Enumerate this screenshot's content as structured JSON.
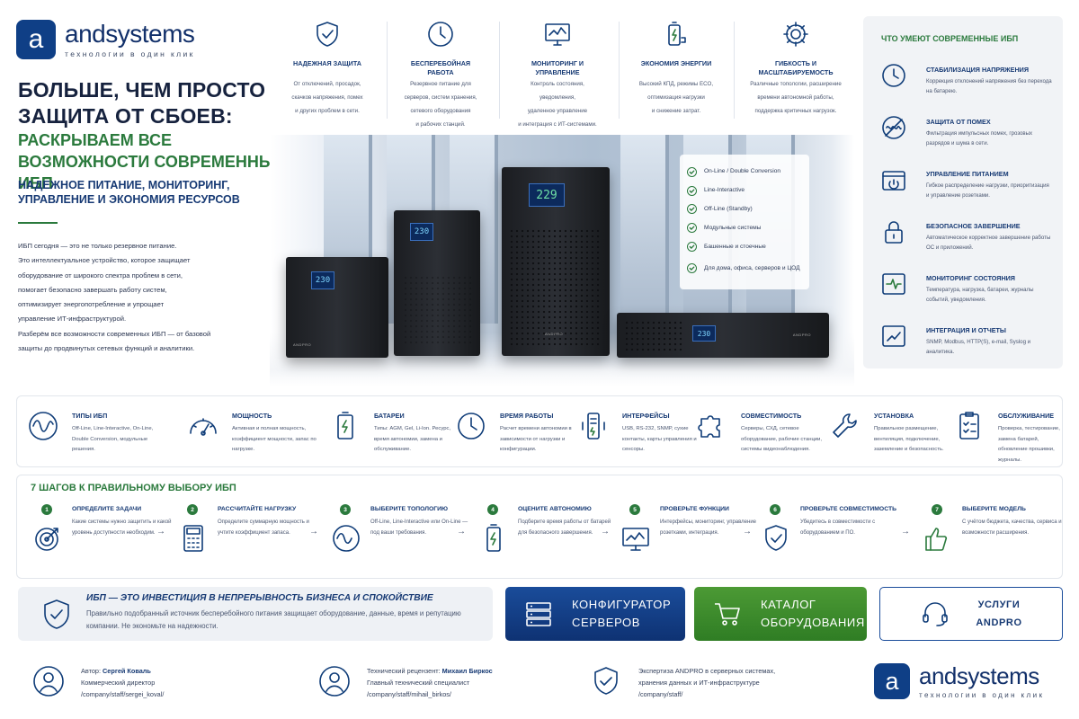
{
  "logo": {
    "name": "andsystems",
    "tagline": "технологии в один клик",
    "mark": "a"
  },
  "hero": {
    "title": "БОЛЬШЕ, ЧЕМ ПРОСТО ЗАЩИТА ОТ СБОЕВ:",
    "subtitle": "РАСКРЫВАЕМ ВСЕ ВОЗМОЖНОСТИ СОВРЕМЕННЫХ ИБП",
    "tagline": "НАДЕЖНОЕ ПИТАНИЕ, МОНИТОРИНГ, УПРАВЛЕНИЕ И ЭКОНОМИЯ РЕСУРСОВ",
    "intro": [
      "ИБП сегодня — это не только резервное питание.",
      "Это интеллектуальное устройство, которое защищает",
      "оборудование от широкого спектра проблем в сети,",
      "помогает безопасно завершать работу систем,",
      "оптимизирует энергопотребление и упрощает",
      "управление ИТ-инфраструктурой.",
      "Разберём все возможности современных ИБП — от базовой",
      "защиты до продвинутых сетевых функций и аналитики."
    ]
  },
  "top_features": [
    {
      "icon": "shield-check-icon",
      "title": "НАДЕЖНАЯ ЗАЩИТА",
      "desc": [
        "От отключений, просадок,",
        "скачков напряжения, помех",
        "и других проблем в сети."
      ]
    },
    {
      "icon": "clock-icon",
      "title": "БЕСПЕРЕБОЙНАЯ РАБОТА",
      "desc": [
        "Резервное питание для",
        "серверов, систем хранения,",
        "сетевого оборудования",
        "и рабочих станций."
      ]
    },
    {
      "icon": "monitor-icon",
      "title": "МОНИТОРИНГ И УПРАВЛЕНИЕ",
      "desc": [
        "Контроль состояния, уведомления,",
        "удаленное управление",
        "и интеграция с ИТ-системами."
      ]
    },
    {
      "icon": "battery-plug-icon",
      "title": "ЭКОНОМИЯ ЭНЕРГИИ",
      "desc": [
        "Высокий КПД, режимы ECO,",
        "оптимизация нагрузки",
        "и снижение затрат."
      ]
    },
    {
      "icon": "gear-icon",
      "title": "ГИБКОСТЬ И МАСШТАБИРУЕМОСТЬ",
      "desc": [
        "Различные топологии, расширение",
        "времени автономной работы,",
        "поддержка критичных нагрузок."
      ]
    }
  ],
  "ups_displays": [
    "230",
    "230",
    "229",
    "230"
  ],
  "ups_brand": "ANDPRO",
  "topologies": [
    "On-Line / Double Conversion",
    "Line-Interactive",
    "Off-Line (Standby)",
    "Модульные системы",
    "Башенные и стоечные",
    "Для дома, офиса, серверов и ЦОД"
  ],
  "right_panel": {
    "title": "ЧТО УМЕЮТ СОВРЕМЕННЫЕ ИБП",
    "items": [
      {
        "icon": "clock-icon",
        "title": "СТАБИЛИЗАЦИЯ НАПРЯЖЕНИЯ",
        "desc": "Коррекция отклонений напряжения без перехода на батарею."
      },
      {
        "icon": "noise-filter-icon",
        "title": "ЗАЩИТА ОТ ПОМЕХ",
        "desc": "Фильтрация импульсных помех, грозовых разрядов и шума в сети."
      },
      {
        "icon": "power-control-icon",
        "title": "УПРАВЛЕНИЕ ПИТАНИЕМ",
        "desc": "Гибкое распределение нагрузки, приоритизация и управление розетками."
      },
      {
        "icon": "lock-icon",
        "title": "БЕЗОПАСНОЕ ЗАВЕРШЕНИЕ",
        "desc": "Автоматическое корректное завершение работы ОС и приложений."
      },
      {
        "icon": "pulse-monitor-icon",
        "title": "МОНИТОРИНГ СОСТОЯНИЯ",
        "desc": "Температура, нагрузка, батареи, журналы событий, уведомления."
      },
      {
        "icon": "report-icon",
        "title": "ИНТЕГРАЦИЯ И ОТЧЕТЫ",
        "desc": "SNMP, Modbus, HTTP(S), e-mail, Syslog и аналитика."
      }
    ]
  },
  "specs": [
    {
      "icon": "sine-wave-icon",
      "title": "ТИПЫ ИБП",
      "desc": "Off-Line, Line-Interactive, On-Line, Double Conversion, модульные решения."
    },
    {
      "icon": "gauge-icon",
      "title": "МОЩНОСТЬ",
      "desc": "Активная и полная мощность, коэффициент мощности, запас по нагрузке."
    },
    {
      "icon": "battery-icon",
      "title": "БАТАРЕИ",
      "desc": "Типы: AGM, Gel, Li-Ion. Ресурс, время автономии, замена и обслуживание."
    },
    {
      "icon": "clock-icon",
      "title": "ВРЕМЯ РАБОТЫ",
      "desc": "Расчет времени автономии в зависимости от нагрузки и конфигурации."
    },
    {
      "icon": "interfaces-icon",
      "title": "ИНТЕРФЕЙСЫ",
      "desc": "USB, RS-232, SNMP, сухие контакты, карты управления и сенсоры."
    },
    {
      "icon": "puzzle-icon",
      "title": "СОВМЕСТИМОСТЬ",
      "desc": "Серверы, СХД, сетевое оборудование, рабочие станции, системы видеонаблюдения."
    },
    {
      "icon": "wrench-icon",
      "title": "УСТАНОВКА",
      "desc": "Правильное размещение, вентиляция, подключение, заземление и безопасность."
    },
    {
      "icon": "checklist-icon",
      "title": "ОБСЛУЖИВАНИЕ",
      "desc": "Проверка, тестирование, замена батарей, обновление прошивки, журналы."
    }
  ],
  "steps": {
    "title": "7 ШАГОВ К ПРАВИЛЬНОМУ ВЫБОРУ ИБП",
    "items": [
      {
        "num": "1",
        "icon": "target-icon",
        "title": "ОПРЕДЕЛИТЕ ЗАДАЧИ",
        "desc": "Какие системы нужно защитить и какой уровень доступности необходим."
      },
      {
        "num": "2",
        "icon": "calculator-icon",
        "title": "РАССЧИТАЙТЕ НАГРУЗКУ",
        "desc": "Определите суммарную мощность и учтите коэффициент запаса."
      },
      {
        "num": "3",
        "icon": "sine-wave-icon",
        "title": "ВЫБЕРИТЕ ТОПОЛОГИЮ",
        "desc": "Off-Line, Line-Interactive или On-Line — под ваши требования."
      },
      {
        "num": "4",
        "icon": "battery-icon",
        "title": "ОЦЕНИТЕ АВТОНОМИЮ",
        "desc": "Подберите время работы от батарей для безопасного завершения."
      },
      {
        "num": "5",
        "icon": "monitor-icon",
        "title": "ПРОВЕРЬТЕ ФУНКЦИИ",
        "desc": "Интерфейсы, мониторинг, управление розетками, интеграция."
      },
      {
        "num": "6",
        "icon": "shield-check-icon",
        "title": "ПРОВЕРЬТЕ СОВМЕСТИМОСТЬ",
        "desc": "Убедитесь в совместимости с оборудованием и ПО."
      },
      {
        "num": "7",
        "icon": "thumbs-up-icon",
        "title": "ВЫБЕРИТЕ МОДЕЛЬ",
        "desc": "С учётом бюджета, качества, сервиса и возможности расширения."
      }
    ]
  },
  "cta": {
    "title": "ИБП — ЭТО ИНВЕСТИЦИЯ В НЕПРЕРЫВНОСТЬ БИЗНЕСА И СПОКОЙСТВИЕ",
    "desc": "Правильно подобранный источник бесперебойного питания защищает оборудование, данные, время и репутацию компании. Не экономьте на надежности."
  },
  "buttons": {
    "configurator": [
      "КОНФИГУРАТОР",
      "СЕРВЕРОВ"
    ],
    "catalog": [
      "КАТАЛОГ",
      "ОБОРУДОВАНИЯ"
    ],
    "services": [
      "УСЛУГИ",
      "ANDPRO"
    ]
  },
  "footer": {
    "author": {
      "label": "Автор:",
      "name": "Сергей Коваль",
      "role": "Коммерческий директор",
      "link": "/company/staff/sergei_koval/"
    },
    "reviewer": {
      "label": "Технический рецензент:",
      "name": "Михаил Биркос",
      "role": "Главный технический специалист",
      "link": "/company/staff/mihail_birkos/"
    },
    "expertise": {
      "line1": "Экспертиза ANDPRO в серверных системах,",
      "line2": "хранения данных и ИТ-инфраструктуре",
      "link": "/company/staff/"
    }
  },
  "colors": {
    "brand_blue": "#0f3f86",
    "accent_green": "#2b7a3d",
    "text_dark": "#16223e"
  }
}
